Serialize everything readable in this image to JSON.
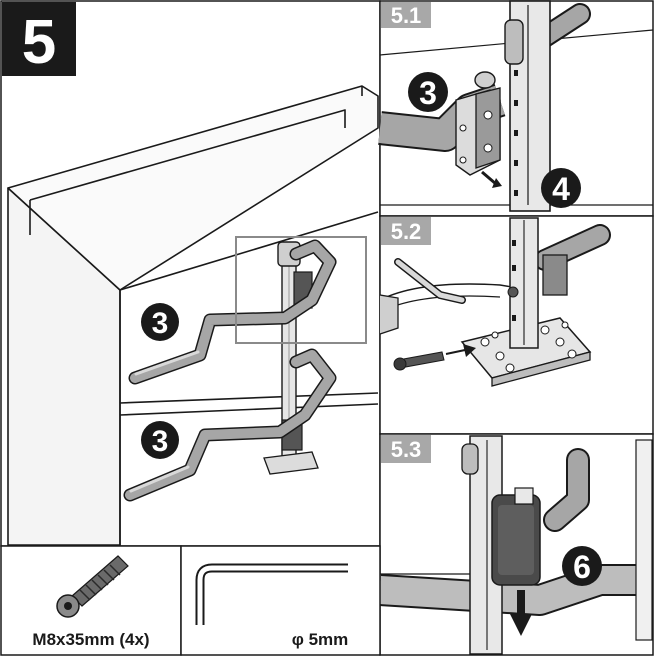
{
  "step": {
    "number": "5"
  },
  "sub_steps": [
    {
      "label": "5.1"
    },
    {
      "label": "5.2"
    },
    {
      "label": "5.3"
    }
  ],
  "callouts": {
    "main_upper": "3",
    "main_lower": "3",
    "detail_5_1_bracket": "3",
    "detail_5_1_hinge": "4",
    "detail_5_3_slider": "6"
  },
  "parts": {
    "screw": {
      "label": "M8x35mm (4x)"
    },
    "allen_key": {
      "label": "φ 5mm"
    }
  },
  "colors": {
    "line": "#1a1a1a",
    "step_badge": "#1a1a1a",
    "substep_badge": "#a8a8a8",
    "metal_dark": "#7a7a7a",
    "metal_mid": "#a6a6a6",
    "metal_light": "#d9d9d9",
    "slider": "#4a4a4a"
  }
}
